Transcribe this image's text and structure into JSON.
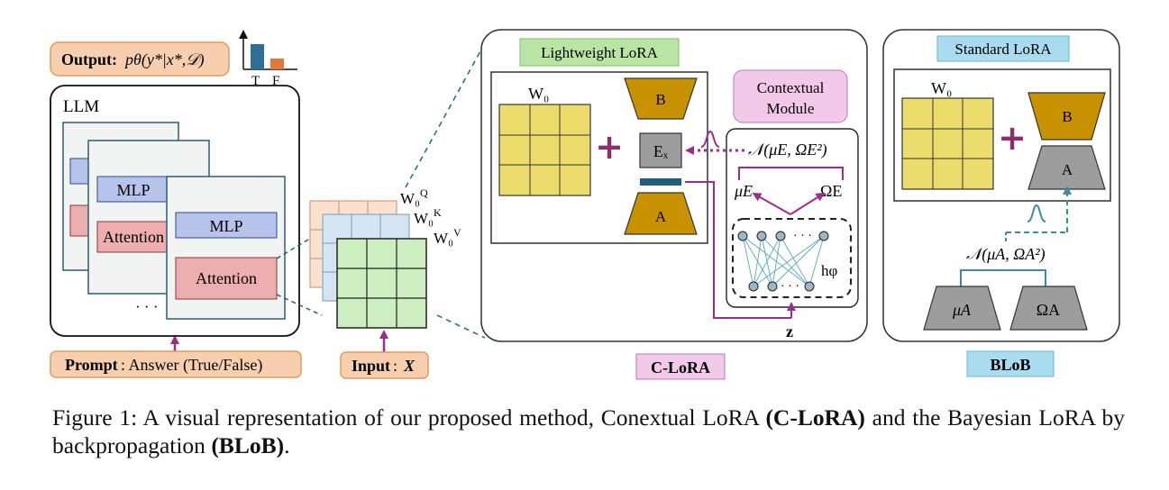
{
  "output_box": {
    "prefix": "Output:",
    "formula": "pθ(y*|x*,𝒟)"
  },
  "histogram": {
    "label_t": "T",
    "label_f": "F",
    "value_t": 0.82,
    "value_f": 0.36
  },
  "llm": {
    "title": "LLM",
    "mlp_label": "MLP",
    "attention_label": "Attention",
    "ellipsis": "· · ·"
  },
  "prompt_box": {
    "prefix": "Prompt",
    "text": ": Answer (True/False)"
  },
  "input_box": {
    "prefix": "Input",
    "text": ": ",
    "var": "X"
  },
  "weights": {
    "wq": "W₀",
    "wq_sup": "Q",
    "wk": "W₀",
    "wk_sup": "K",
    "wv": "W₀",
    "wv_sup": "V"
  },
  "clora": {
    "tag": "Lightweight LoRA",
    "w0": "W₀",
    "b": "B",
    "ex": "Eₓ",
    "a": "A",
    "plus": "+",
    "contextual_line1": "Contextual",
    "contextual_line2": "Module",
    "normal": "𝒩(μE, ΩE²)",
    "mu": "μE",
    "omega": "ΩE",
    "h": "hφ",
    "z": "z",
    "dots": "· · ·",
    "label": "C-LoRA"
  },
  "blob": {
    "tag": "Standard LoRA",
    "w0": "W₀",
    "b": "B",
    "a": "A",
    "plus": "+",
    "normal": "𝒩(μA, ΩA²)",
    "mu": "μA",
    "omega": "ΩA",
    "label": "BLoB"
  },
  "caption": {
    "part1": "Figure 1: A visual representation of our proposed method, Conextual LoRA ",
    "bold1": "(C-LoRA)",
    "part2": " and the Bayesian LoRA by backpropagation ",
    "bold2": "(BLoB)",
    "part3": "."
  },
  "colors": {
    "orange_fill": "#f7cfae",
    "orange_stroke": "#e49a5f",
    "green_tag": "#b9e4a3",
    "pink_tag": "#f2c9e9",
    "blue_tag": "#a9dcef",
    "yellow": "#ebdc6c",
    "gold": "#c89100",
    "gray": "#9d9d9d",
    "purple": "#9b2e8a",
    "teal": "#3e8aa5",
    "mlp": "#b7c3eb",
    "attn": "#ecaeae"
  }
}
